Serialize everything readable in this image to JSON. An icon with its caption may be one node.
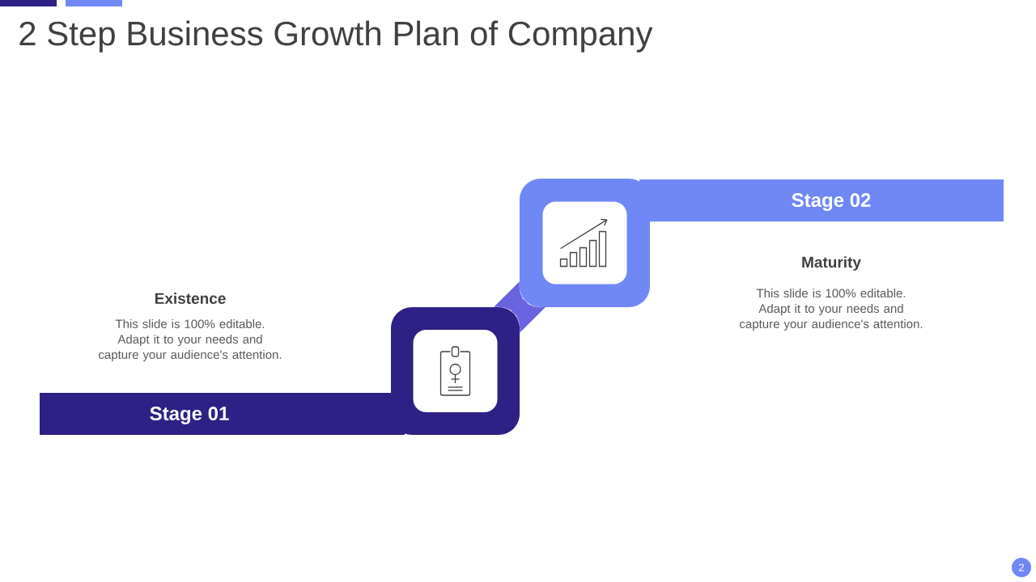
{
  "diagram": {
    "title": "2 Step Business Growth Plan of Company",
    "nodes": [
      {
        "text": [
          "Stage 01"
        ]
      },
      {
        "text": [],
        "shape": "box"
      },
      {
        "text": [],
        "shape": "box"
      },
      {
        "text": [
          "Stage 02"
        ]
      },
      {
        "text": [
          "2"
        ]
      }
    ],
    "edges": [
      {
        "from": 1,
        "to": 2,
        "arrow": "none"
      }
    ],
    "labels": [
      "Existence",
      "This slide is 100% editable. Adapt it to your needs and capture your audience's attention.",
      "Maturity",
      "This slide is 100% editable. Adapt it to your needs and capture your audience's attention."
    ]
  }
}
